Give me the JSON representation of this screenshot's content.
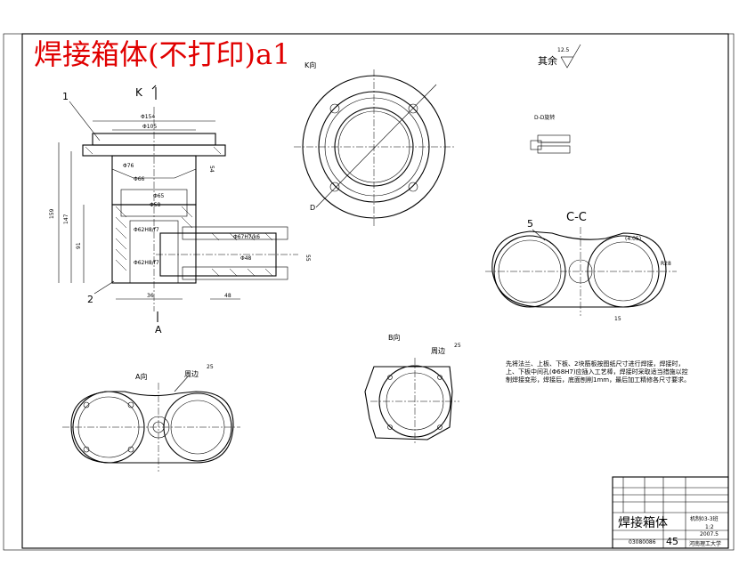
{
  "title_red": "焊接箱体(不打印)a1",
  "roughness_other": {
    "label": "其余",
    "value": "12.5"
  },
  "views": {
    "k_arrow": "K",
    "k_view": "K向",
    "section_dd": "D-D旋转",
    "section_cc": "C-C",
    "view_a_label": "A向",
    "view_a_arrow": "A",
    "view_b": "B向",
    "weld_all_a": "周边",
    "weld_all_a_value": "25",
    "weld_all_b": "周边",
    "weld_all_b_value": "25",
    "d_label": "D"
  },
  "part_numbers": [
    "1",
    "2",
    "5"
  ],
  "dimensions": {
    "top_width": "Φ154",
    "inner_width": "Φ105",
    "bore1": "Φ76",
    "bore2": "Φ66",
    "bore3": "Φ65",
    "bore4": "Φ58",
    "side_15": "15",
    "h_159": "159",
    "h_147": "147",
    "h_91": "91",
    "h_54": "54",
    "h_55": "55",
    "w_36": "36",
    "w_48": "48",
    "fit1": "Φ62H8/f7",
    "fit2": "Φ67H7/k6",
    "fit3": "Φ62H8/f7",
    "dim_48": "Φ48",
    "cc_r": "R28",
    "cc_15": "15",
    "cc_tol": "(4.05)"
  },
  "tech_note": "先将法兰、上板、下板、2块筋板按图纸尺寸进行焊接，焊接时，上、下板中间孔(Φ68H7)应插入工艺棒，焊接时采取适当措施以控制焊接变形，焊接后，底面刨削1mm，最后加工精修各尺寸要求。",
  "title_block": {
    "part_name": "焊接箱体",
    "class": "机制03-3班",
    "scale": "1:2",
    "drawing_no": "2007.5",
    "student_no": "03080086",
    "sheet_no": "45",
    "school": "河南理工大学"
  }
}
